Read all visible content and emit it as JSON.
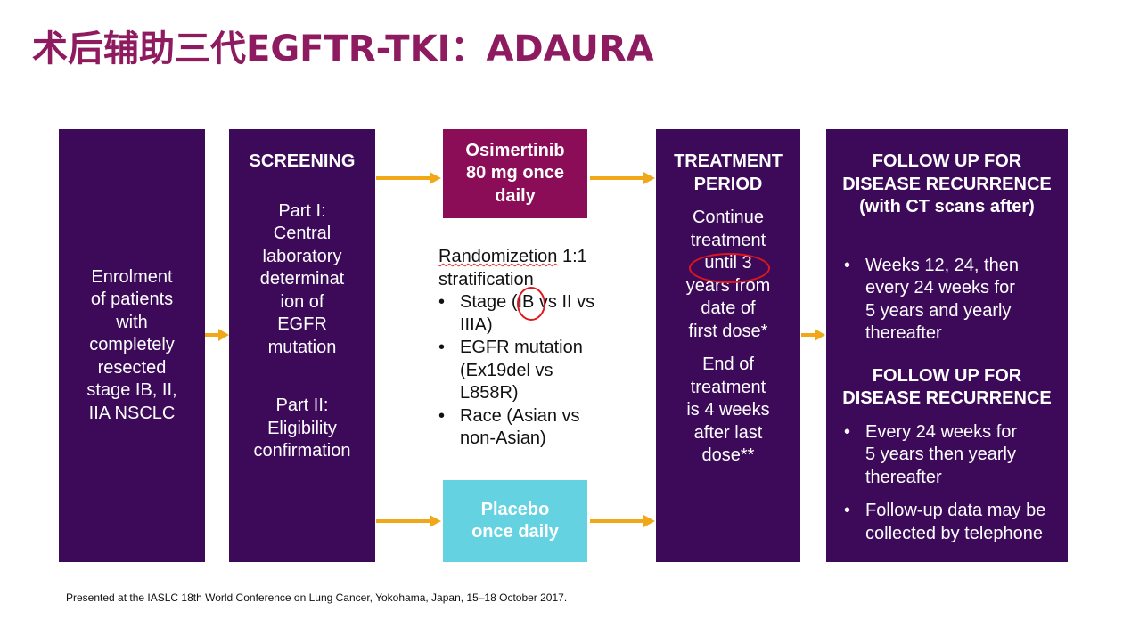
{
  "title": "术后辅助三代EGFTR-TKI：ADAURA",
  "enrolment": {
    "lines": [
      "Enrolment",
      "of patients",
      "with",
      "completely",
      "resected",
      "stage IB, II,",
      "IIA NSCLC"
    ]
  },
  "screening": {
    "header": "SCREENING",
    "part1_lines": [
      "Part I:",
      "Central",
      "laboratory",
      "determinat",
      "ion of",
      "EGFR",
      "mutation"
    ],
    "part2_lines": [
      "Part II:",
      "Eligibility",
      "confirmation"
    ]
  },
  "osimertinib": {
    "lines": [
      "Osimertinib",
      "80 mg once",
      "daily"
    ]
  },
  "placebo": {
    "lines": [
      "Placebo",
      "once daily"
    ]
  },
  "randomization": {
    "line1_word": "Randomizetion",
    "line1_rest": " 1:1",
    "line2": "stratification",
    "items": [
      [
        "Stage (IB vs II vs",
        "IIIA)"
      ],
      [
        "EGFR mutation",
        "(Ex19del vs",
        "L858R)"
      ],
      [
        "Race (Asian vs",
        "non-Asian)"
      ]
    ]
  },
  "treatment": {
    "header_lines": [
      "TREATMENT",
      "PERIOD"
    ],
    "para1_lines": [
      "Continue",
      "treatment",
      "until 3",
      "years from",
      "date of",
      "first dose*"
    ],
    "para2_lines": [
      "End of",
      "treatment",
      "is 4 weeks",
      "after last",
      "dose**"
    ]
  },
  "followup": {
    "header1_lines": [
      "FOLLOW UP FOR",
      "DISEASE RECURRENCE",
      "(with CT scans after)"
    ],
    "items1": [
      [
        "Weeks 12, 24, then",
        "every 24 weeks for",
        "5 years and yearly",
        "thereafter"
      ]
    ],
    "header2_lines": [
      "FOLLOW UP FOR",
      "DISEASE RECURRENCE"
    ],
    "items2": [
      [
        "Every 24 weeks for",
        "5 years then yearly",
        "thereafter"
      ],
      [
        "Follow-up data may be",
        "collected by telephone"
      ]
    ]
  },
  "footer": "Presented at the IASLC 18th World Conference on Lung Cancer, Yokohama, Japan, 15–18 October 2017.",
  "colors": {
    "title": "#8e1a60",
    "box": "#3d0a5a",
    "osimertinib": "#8c0d57",
    "placebo": "#65d2e2",
    "arrow": "#f0a818",
    "highlight_circle": "#e0161c"
  }
}
